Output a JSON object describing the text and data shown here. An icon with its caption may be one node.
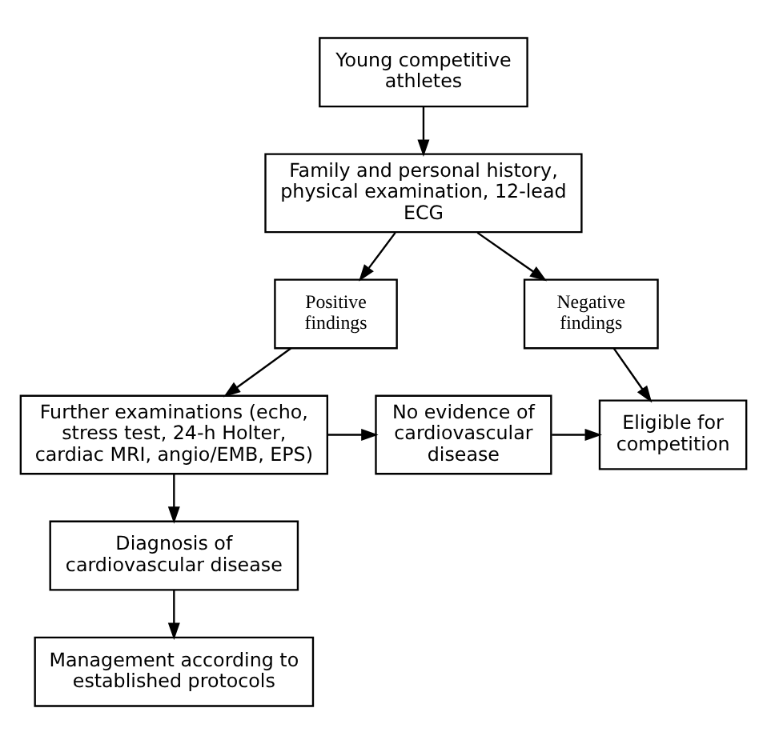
{
  "diagram": {
    "nodes": [
      {
        "text": [
          "Young competitive athletes"
        ]
      },
      {
        "text": [
          "Family and personal history, physical examination, 12-lead ECG"
        ]
      },
      {
        "text": [
          "Negative findings"
        ]
      },
      {
        "text": [
          "Positive findings"
        ]
      },
      {
        "text": [
          "Eligible for competition"
        ]
      },
      {
        "text": [
          "No evidence of cardiovascular disease"
        ]
      },
      {
        "text": [
          "Further examinations (echo, stress test, 24-h Holter, cardiac MRI, angio/EMB, EPS)"
        ]
      },
      {
        "text": [
          "Diagnosis of cardiovascular disease"
        ]
      },
      {
        "text": [
          "Management according to established protocols"
        ]
      }
    ],
    "edges": [
      {
        "from": 0,
        "to": 1,
        "arrow": "to"
      },
      {
        "from": 1,
        "to": 2,
        "arrow": "to"
      },
      {
        "from": 1,
        "to": 3,
        "arrow": "to"
      },
      {
        "from": 2,
        "to": 4,
        "arrow": "to"
      },
      {
        "from": 3,
        "to": 6,
        "arrow": "to"
      },
      {
        "from": 6,
        "to": 5,
        "arrow": "to"
      },
      {
        "from": 5,
        "to": 4,
        "arrow": "to"
      },
      {
        "from": 6,
        "to": 7,
        "arrow": "to"
      },
      {
        "from": 7,
        "to": 8,
        "arrow": "to"
      }
    ]
  }
}
